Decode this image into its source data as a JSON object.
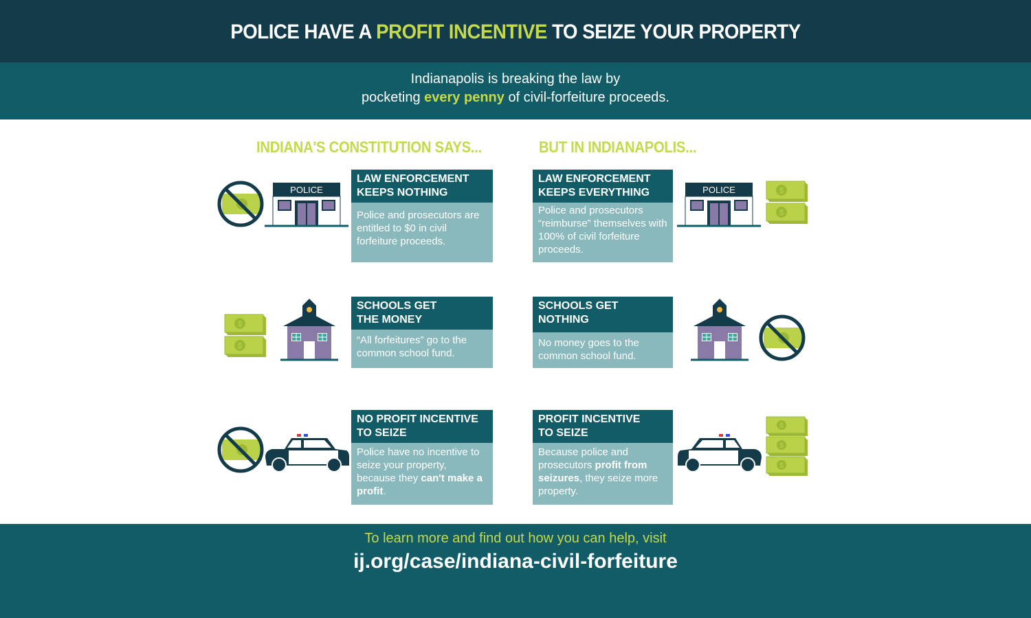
{
  "header": {
    "title_pre": "POLICE HAVE A ",
    "title_highlight": "PROFIT INCENTIVE",
    "title_post": " TO SEIZE YOUR PROPERTY"
  },
  "subheader": {
    "line1": "Indianapolis is breaking the law by",
    "line2_pre": "pocketing ",
    "line2_highlight": "every penny",
    "line2_post": " of civil-forfeiture proceeds."
  },
  "left_column": {
    "heading": "INDIANA'S CONSTITUTION SAYS...",
    "cards": [
      {
        "head_line1": "LAW ENFORCEMENT",
        "head_line2": "KEEPS NOTHING",
        "body": "Police and prosecutors are entitled to $0 in civil forfeiture proceeds."
      },
      {
        "head_line1": "SCHOOLS GET",
        "head_line2": "THE MONEY",
        "body": "“All forfeitures” go to the common school fund."
      },
      {
        "head_line1": "NO PROFIT INCENTIVE",
        "head_line2": "TO SEIZE",
        "body_pre": "Police have no incentive to seize your property, because they ",
        "body_bold": "can't make a profit",
        "body_post": "."
      }
    ]
  },
  "right_column": {
    "heading": "BUT IN INDIANAPOLIS...",
    "cards": [
      {
        "head_line1": "LAW ENFORCEMENT",
        "head_line2": "KEEPS EVERYTHING",
        "body": "Police and prosecutors “reimburse” themselves with 100% of civil forfeiture proceeds."
      },
      {
        "head_line1": "SCHOOLS GET",
        "head_line2": "NOTHING",
        "body": "No money goes to the common school fund."
      },
      {
        "head_line1": "PROFIT INCENTIVE",
        "head_line2": "TO SEIZE",
        "body_pre": "Because police and prosecutors ",
        "body_bold": "profit from seizures",
        "body_post": ", they seize more property."
      }
    ]
  },
  "icons": {
    "police_sign": "POLICE",
    "currency_symbol": "$"
  },
  "footer": {
    "line1": "To learn more and find out how you can help, visit",
    "url": "ij.org/case/indiana-civil-forfeiture"
  },
  "colors": {
    "dark_navy": "#143b4a",
    "teal": "#115c67",
    "light_teal": "#89b9bc",
    "lime": "#c5d94a",
    "building_purple": "#8a7aa8"
  }
}
